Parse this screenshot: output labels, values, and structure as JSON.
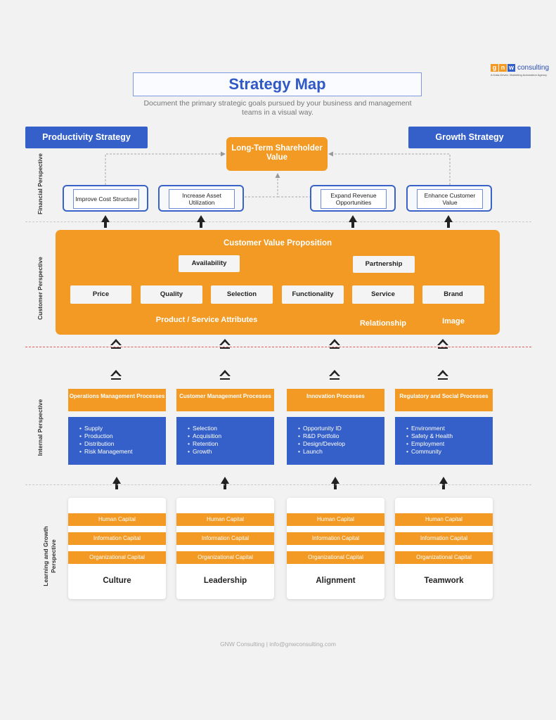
{
  "logo": {
    "letters": [
      "g",
      "n",
      "w"
    ],
    "letter_colors": [
      "#f29a24",
      "#f29a24",
      "#3660c9"
    ],
    "word": "consulting",
    "tagline": "A Data-Driven, Marketing Automation Agency"
  },
  "title": "Strategy Map",
  "subtitle": "Document the primary strategic goals pursued by your business and management teams in a visual way.",
  "strategies": {
    "productivity": "Productivity Strategy",
    "growth": "Growth Strategy"
  },
  "financial": {
    "perspective_label": "Financial Perspective",
    "goal": "Long-Term Shareholder Value",
    "items": [
      "Improve Cost Structure",
      "Increase Asset Utilization",
      "Expand Revenue Opportunities",
      "Enhance Customer Value"
    ]
  },
  "customer": {
    "perspective_label": "Customer Perspective",
    "title": "Customer Value Proposition",
    "top_items": [
      "Availability",
      "Partnership"
    ],
    "attributes": [
      "Price",
      "Quality",
      "Selection",
      "Functionality",
      "Service",
      "Brand"
    ],
    "groups": [
      "Product / Service Attributes",
      "Relationship",
      "Image"
    ]
  },
  "internal": {
    "perspective_label": "Internal Perspective",
    "processes": [
      {
        "title": "Operations Management Processes",
        "items": [
          "Supply",
          "Production",
          "Distribution",
          "Risk Management"
        ]
      },
      {
        "title": "Customer Management Processes",
        "items": [
          "Selection",
          "Acquisition",
          "Retention",
          "Growth"
        ]
      },
      {
        "title": "Innovation Processes",
        "items": [
          "Opportunity ID",
          "R&D Portfolio",
          "Design/Develop",
          "Launch"
        ]
      },
      {
        "title": "Regulatory and Social Processes",
        "items": [
          "Environment",
          "Safety & Health",
          "Employment",
          "Community"
        ]
      }
    ]
  },
  "learning": {
    "perspective_label": "Learning and Growth Perspective",
    "capitals": [
      "Human Capital",
      "Information Capital",
      "Organizational Capital"
    ],
    "columns": [
      "Culture",
      "Leadership",
      "Alignment",
      "Teamwork"
    ]
  },
  "colors": {
    "blue": "#3660c9",
    "orange": "#f29a24"
  },
  "footer": "GNW Consulting | info@gnwconsulting.com"
}
